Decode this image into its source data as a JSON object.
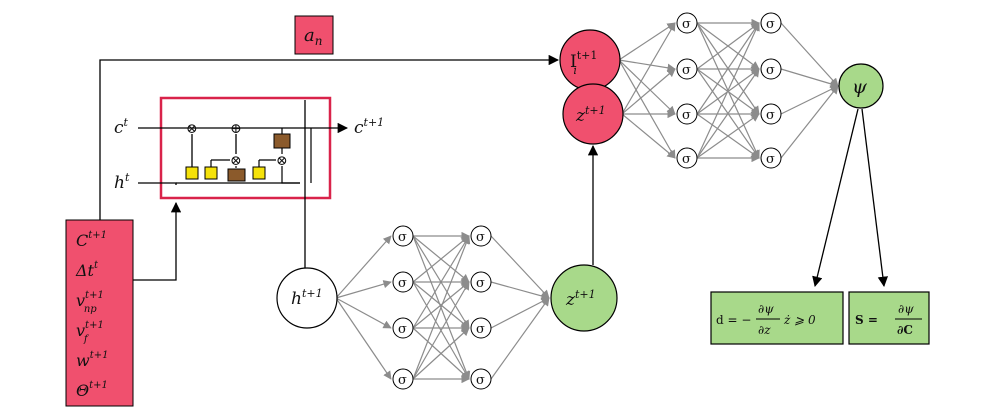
{
  "colors": {
    "red_fill": "#f0506e",
    "red_border": "#c8102e",
    "green_fill": "#a8d98a",
    "green_border": "#2e6b12",
    "gate_yellow": "#f5e20a",
    "gate_brown": "#8b5a2b",
    "edge_gray": "#8c8c8c"
  },
  "labels": {
    "a_n": "a",
    "a_n_sub": "n",
    "c_t": "c",
    "c_t_sup": "t",
    "h_t": "h",
    "h_t_sup": "t",
    "c_t1": "c",
    "c_t1_sup": "t+1",
    "h_t1": "h",
    "h_t1_sup": "t+1",
    "z_mid": "z",
    "z_mid_sup": "t+1",
    "z_top": "z",
    "z_top_sup": "t+1",
    "I_top": "I",
    "I_top_sup": "t+1",
    "I_top_sub": "i",
    "psi": "ψ",
    "sigma": "σ",
    "mult": "⊗",
    "add": "⊕"
  },
  "input_box": [
    {
      "base": "C",
      "sup": "t+1",
      "sub": ""
    },
    {
      "base": "Δt",
      "sup": "t",
      "sub": ""
    },
    {
      "base": "v",
      "sup": "t+1",
      "sub": "np"
    },
    {
      "base": "v",
      "sup": "t+1",
      "sub": "f"
    },
    {
      "base": "w",
      "sup": "t+1",
      "sub": ""
    },
    {
      "base": "Θ",
      "sup": "t+1",
      "sub": ""
    }
  ],
  "equations": {
    "d_lhs": "d = −",
    "d_num": "∂ψ",
    "d_den": "∂z",
    "d_rhs": "ż  ⩾  0",
    "s_lhs": "S  =",
    "s_num": "∂ψ",
    "s_den": "∂C"
  }
}
